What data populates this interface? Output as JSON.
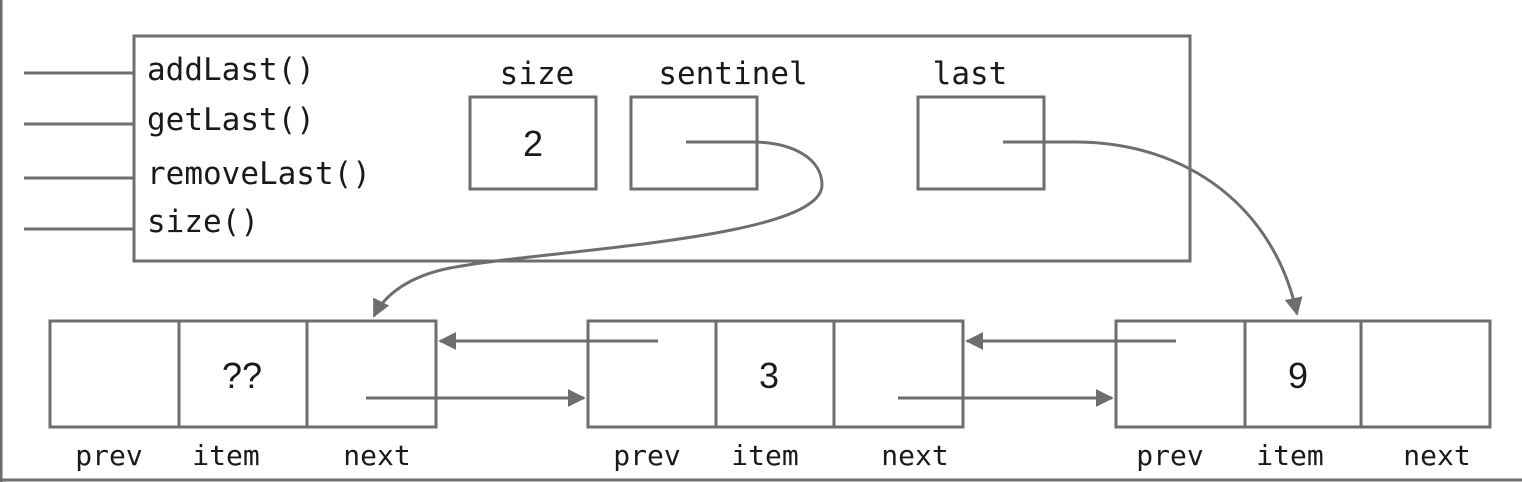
{
  "interface": {
    "methods": [
      "addLast()",
      "getLast()",
      "removeLast()",
      "size()"
    ]
  },
  "fields": {
    "size_label": "size",
    "size_value": "2",
    "sentinel_label": "sentinel",
    "last_label": "last"
  },
  "nodes": [
    {
      "item": "??",
      "labels": {
        "prev": "prev",
        "item": "item",
        "next": "next"
      }
    },
    {
      "item": "3",
      "labels": {
        "prev": "prev",
        "item": "item",
        "next": "next"
      }
    },
    {
      "item": "9",
      "labels": {
        "prev": "prev",
        "item": "item",
        "next": "next"
      }
    }
  ],
  "colors": {
    "stroke": "#6e6e6e",
    "text": "#1a1a1a",
    "background": "#ffffff"
  }
}
